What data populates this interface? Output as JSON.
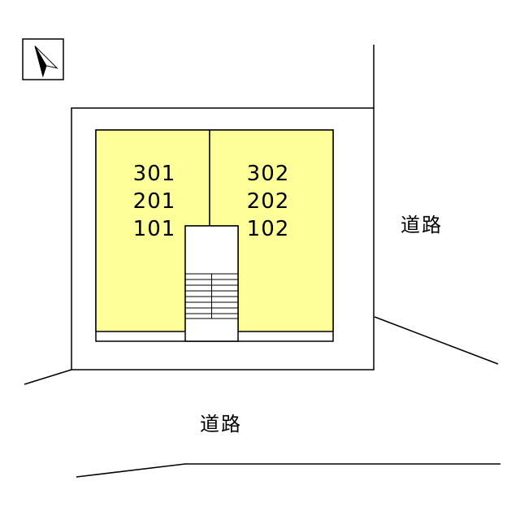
{
  "colors": {
    "background": "#ffffff",
    "line": "#000000",
    "room_fill": "#ffff99"
  },
  "compass": {
    "icon": "north-arrow"
  },
  "building": {
    "left_unit": {
      "lines": [
        "301",
        "201",
        "101"
      ]
    },
    "right_unit": {
      "lines": [
        "302",
        "202",
        "102"
      ]
    }
  },
  "labels": {
    "road_right": "道路",
    "road_bottom": "道路"
  }
}
